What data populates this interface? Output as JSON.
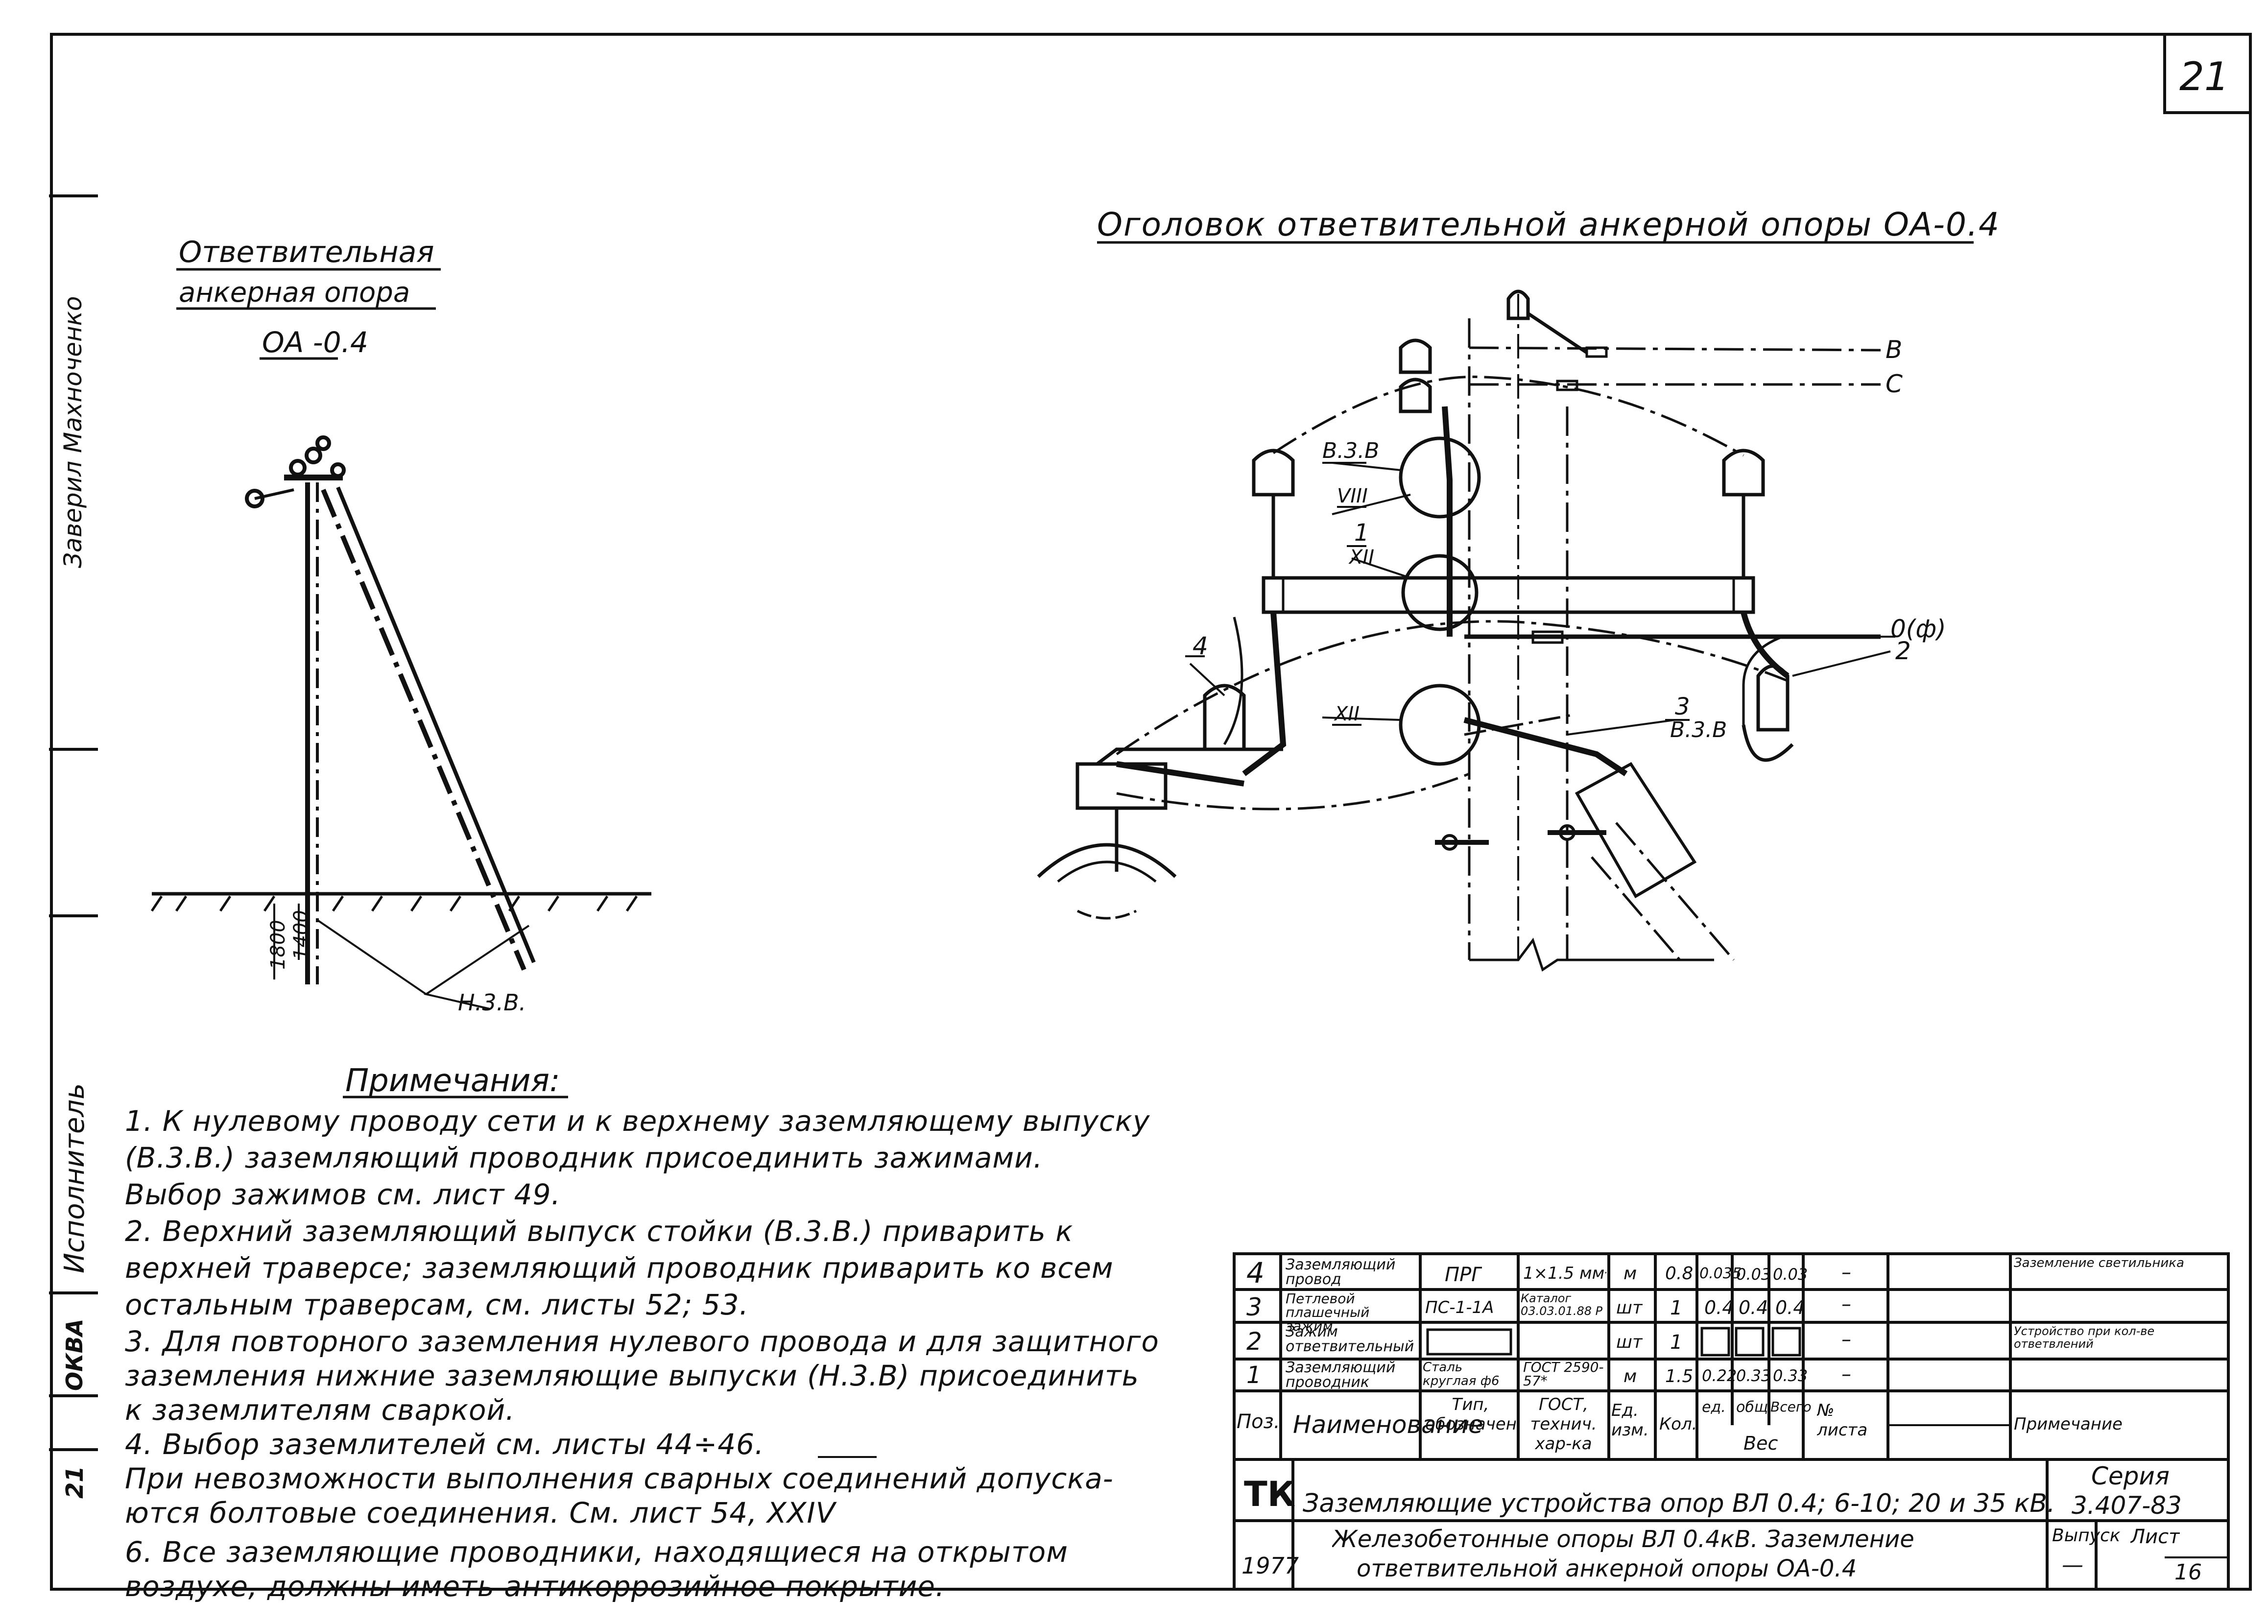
{
  "sheet_number": "21",
  "side_stamps": [
    "Заверил Махноченко",
    "Исполнитель",
    "ОКВА",
    "21"
  ],
  "left_title": {
    "line1": "Ответвительная",
    "line2": "анкерная опора",
    "line3": "ОА -0.4"
  },
  "right_title": "Оголовок ответвительной анкерной опоры ОА-0.4",
  "labels": {
    "B": "В",
    "C": "С",
    "O": "0(ф)",
    "n2": "2",
    "vzv1": "В.3.В",
    "viii": "VIII",
    "n1": "1",
    "xii1": "XII",
    "n4": "4",
    "xii2": "XII",
    "n3": "3",
    "vzv2": "В.3.В",
    "nzv": "Н.3.В.",
    "h1": "1800",
    "h2": "1400"
  },
  "notes": {
    "title": "Примечания:",
    "lines": [
      "1. К нулевому проводу сети и к верхнему заземляющему выпуску",
      "(В.3.В.) заземляющий проводник присоединить зажимами.",
      "Выбор зажимов см. лист 49.",
      "2. Верхний заземляющий выпуск стойки (В.3.В.) приварить к",
      "верхней траверсе; заземляющий проводник приварить ко всем",
      "остальным траверсам, см. листы 52; 53.",
      "3. Для повторного заземления нулевого провода и для защитного",
      "заземления нижние заземляющие выпуски (Н.3.В) присоединить",
      "к заземлителям сваркой.",
      "4. Выбор заземлителей см. листы 44÷46.",
      "При невозможности выполнения сварных соединений допуска-",
      "ются болтовые соединения. См. лист 54, XXIV",
      "6. Все заземляющие проводники, находящиеся на открытом",
      "воздухе, должны иметь антикоррозийное покрытие."
    ]
  },
  "table": {
    "rows": [
      {
        "pos": "4",
        "name": "Заземляющий провод",
        "type": "ПРГ",
        "gost": "1×1.5 мм²",
        "unit": "м",
        "qty": "0.8",
        "w1": "0.035",
        "w2": "0.03",
        "w3": "0.03",
        "sheet": "–",
        "note": "Заземление светильника"
      },
      {
        "pos": "3",
        "name": "Петлевой плашечный зажим",
        "type": "ПС-1-1А",
        "gost": "Каталог 03.03.01.88 Р",
        "unit": "шт",
        "qty": "1",
        "w1": "0.4",
        "w2": "0.4",
        "w3": "0.4",
        "sheet": "–",
        "note": ""
      },
      {
        "pos": "2",
        "name": "Зажим ответвительный",
        "type": "",
        "gost": "",
        "unit": "шт",
        "qty": "1",
        "w1": "",
        "w2": "",
        "w3": "",
        "sheet": "–",
        "note": "Устройство при кол-ве ответвлений"
      },
      {
        "pos": "1",
        "name": "Заземляющий проводник",
        "type": "Сталь круглая ф6",
        "gost": "ГОСТ 2590-57*",
        "unit": "м",
        "qty": "1.5",
        "w1": "0.22",
        "w2": "0.33",
        "w3": "0.33",
        "sheet": "–",
        "note": ""
      }
    ],
    "header": {
      "pos": "Поз.",
      "name": "Наименование",
      "type": "Тип, обозначение",
      "gost": "ГОСТ, технич. хар-ка",
      "unit": "Ед. изм.",
      "qty": "Кол.",
      "w1": "ед.",
      "w2": "общ",
      "w3": "Всего",
      "weight": "Вес",
      "sheet": "№ листа",
      "note": "Примечание"
    }
  },
  "title_block": {
    "org": "ТК",
    "title": "Заземляющие устройства опор ВЛ 0.4; 6-10; 20 и 35 кВ.",
    "series_label": "Серия",
    "series": "3.407-83",
    "year": "1977",
    "subtitle1": "Железобетонные опоры ВЛ 0.4кВ. Заземление",
    "subtitle2": "ответвительной анкерной опоры ОА-0.4",
    "vypusk_label": "Выпуск",
    "list_label": "Лист",
    "vypusk": "—",
    "list": "16"
  }
}
